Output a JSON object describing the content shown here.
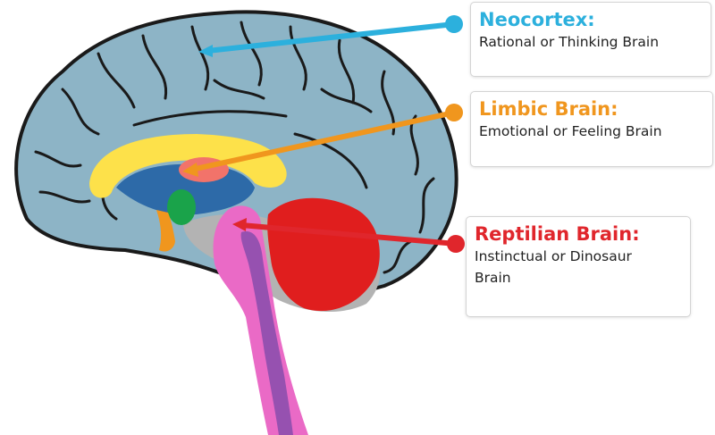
{
  "colors": {
    "neocortex": "#2cb0dd",
    "limbic": "#f0961e",
    "reptilian": "#e0262c",
    "cortex_fill": "#8db4c6",
    "limbic_yellow": "#fde14a",
    "thalamus_pink": "#f2736a",
    "amygdala_green": "#1aa34a",
    "brainstem_pink": "#ea6ac6",
    "cerebellum_red": "#e01e1e",
    "deep_blue": "#2d6aa8",
    "grey_tissue": "#b3b3b3"
  },
  "labels": {
    "neocortex": {
      "title": "Neocortex:",
      "description": "Rational or Thinking Brain"
    },
    "limbic": {
      "title": "Limbic Brain:",
      "description": "Emotional or Feeling Brain"
    },
    "reptilian": {
      "title": "Reptilian Brain:",
      "description_line1": "Instinctual or Dinosaur",
      "description_line2": "Brain"
    }
  }
}
